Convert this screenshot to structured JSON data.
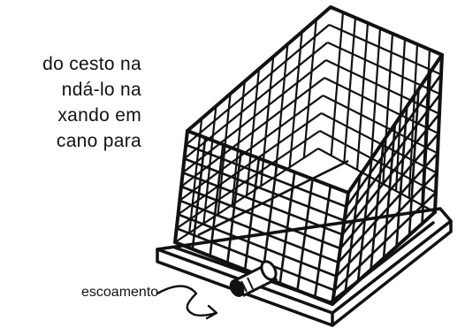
{
  "text": {
    "lines": [
      "do cesto na",
      "ndá-lo na",
      "xando em",
      "cano para"
    ]
  },
  "labels": {
    "drain": "escoamento"
  },
  "illustration": {
    "subject": "wire-mesh-basket-in-tray",
    "colors": {
      "ink": "#111111",
      "paper": "#ffffff"
    }
  }
}
